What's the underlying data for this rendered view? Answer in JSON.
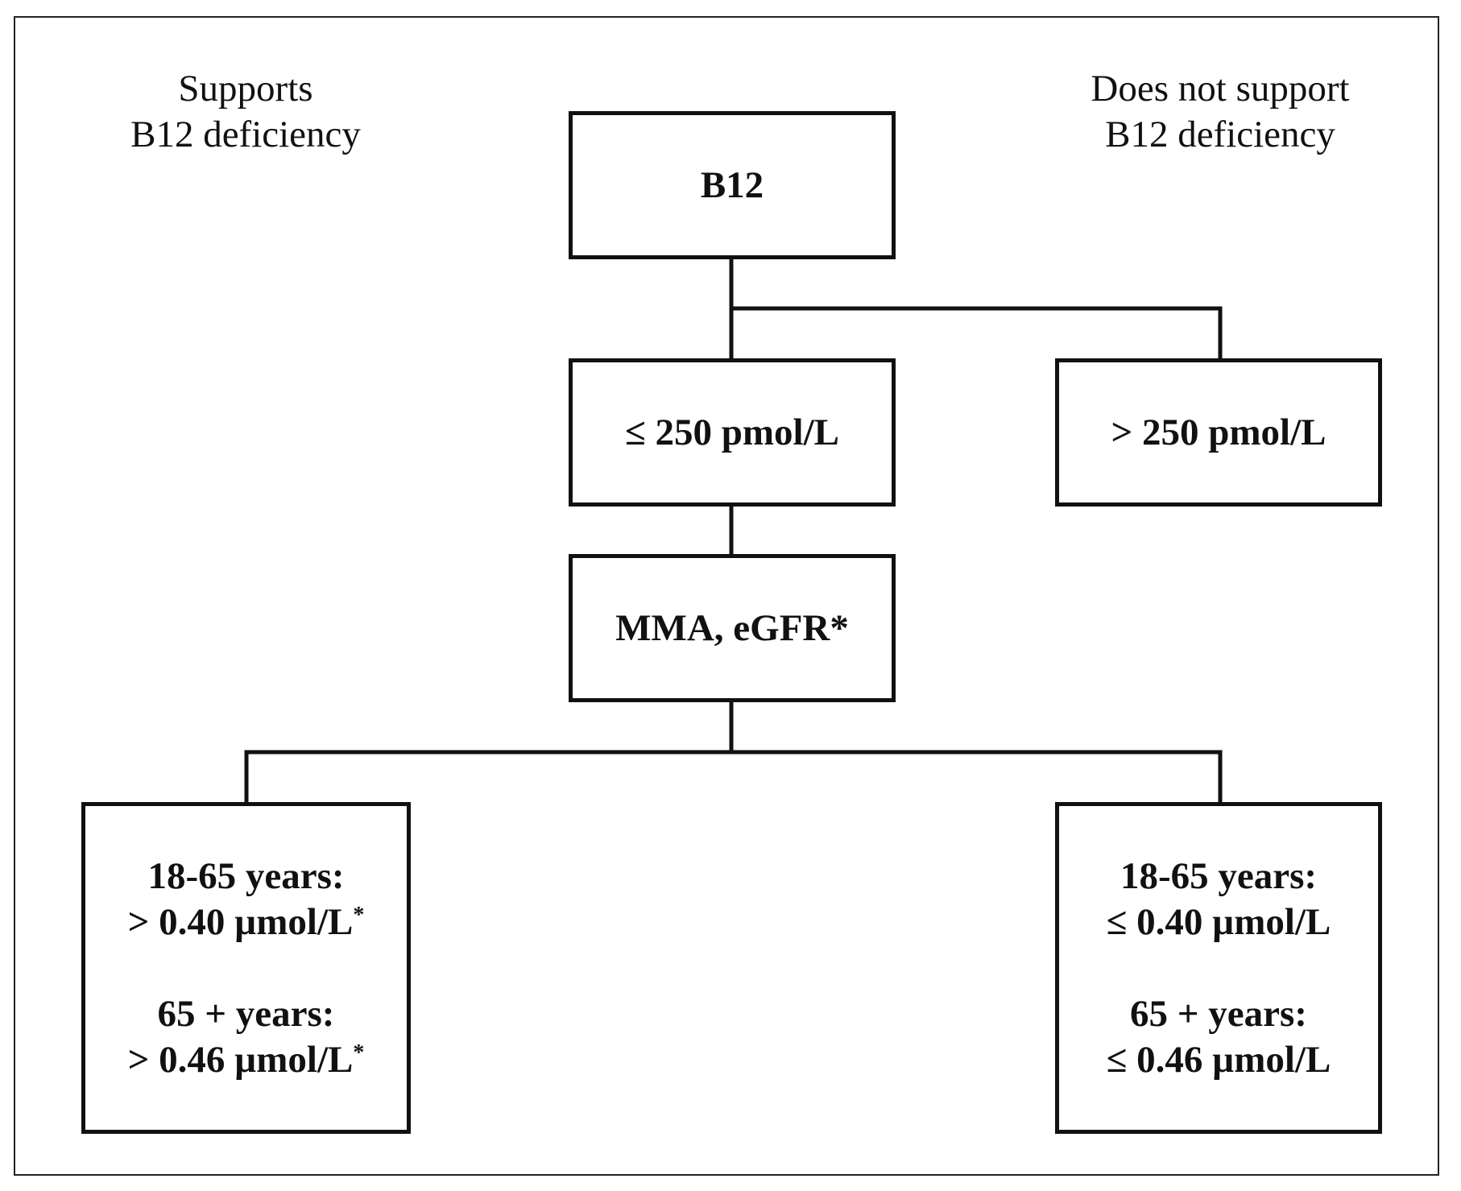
{
  "headers": {
    "left": [
      "Supports",
      "B12 deficiency"
    ],
    "right": [
      "Does not support",
      "B12 deficiency"
    ]
  },
  "nodes": {
    "b12": "B12",
    "low_b12": "≤ 250 pmol/L",
    "high_b12": "> 250 pmol/L",
    "mma": "MMA, eGFR*",
    "supports": {
      "age1": "18-65 years:",
      "value1": "> 0.40 µmol/L",
      "age2": "65 + years:",
      "value2": "> 0.46 µmol/L",
      "mark": "*"
    },
    "not_supports": {
      "age1": "18-65 years:",
      "value1": "≤ 0.40 µmol/L",
      "age2": "65 + years:",
      "value2": "≤ 0.46 µmol/L"
    }
  },
  "colors": {
    "line": "#111111",
    "background": "#ffffff"
  }
}
